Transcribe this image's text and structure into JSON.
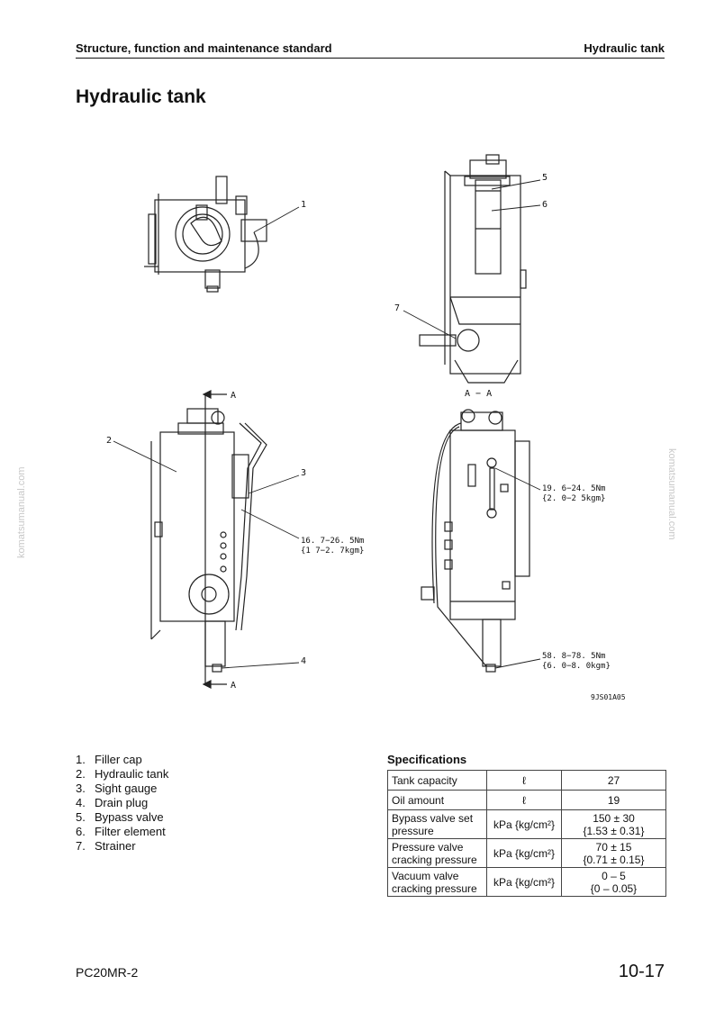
{
  "header": {
    "section": "Structure, function and maintenance standard",
    "topic": "Hydraulic tank"
  },
  "title": "Hydraulic tank",
  "watermark": "komatsumanual.com",
  "figure": {
    "callouts": [
      "1",
      "2",
      "3",
      "4",
      "5",
      "6",
      "7"
    ],
    "section_label": "A",
    "section_view": "A − A",
    "torque_sight_gauge": [
      "16. 7−26. 5Nm",
      "{1 7−2. 7kgm}"
    ],
    "torque_upper_right": [
      "19. 6−24. 5Nm",
      "{2. 0−2 5kgm}"
    ],
    "torque_drain": [
      "58. 8−78. 5Nm",
      "{6. 0−8. 0kgm}"
    ],
    "drawing_id": "9JS01A05"
  },
  "parts": [
    {
      "num": "1.",
      "name": "Filler cap"
    },
    {
      "num": "2.",
      "name": "Hydraulic tank"
    },
    {
      "num": "3.",
      "name": "Sight gauge"
    },
    {
      "num": "4.",
      "name": "Drain plug"
    },
    {
      "num": "5.",
      "name": "Bypass valve"
    },
    {
      "num": "6.",
      "name": "Filter element"
    },
    {
      "num": "7.",
      "name": "Strainer"
    }
  ],
  "specifications": {
    "title": "Specifications",
    "rows": [
      {
        "item": "Tank capacity",
        "unit": "ℓ",
        "value": "27",
        "value2": ""
      },
      {
        "item": "Oil amount",
        "unit": "ℓ",
        "value": "19",
        "value2": ""
      },
      {
        "item": "Bypass valve set pressure",
        "unit": "kPa {kg/cm²}",
        "value": "150 ± 30",
        "value2": "{1.53 ± 0.31}"
      },
      {
        "item": "Pressure valve cracking pressure",
        "unit": "kPa {kg/cm²}",
        "value": "70 ± 15",
        "value2": "{0.71 ± 0.15}"
      },
      {
        "item": "Vacuum valve cracking pressure",
        "unit": "kPa {kg/cm²}",
        "value": "0 – 5",
        "value2": "{0 – 0.05}"
      }
    ]
  },
  "footer": {
    "model": "PC20MR-2",
    "page": "10-17"
  }
}
